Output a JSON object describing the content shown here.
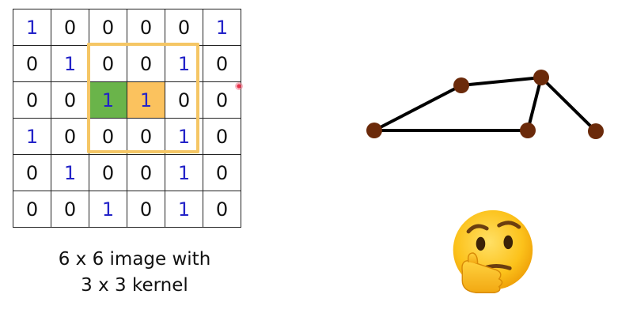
{
  "grid": {
    "rows": [
      [
        "1",
        "0",
        "0",
        "0",
        "0",
        "1"
      ],
      [
        "0",
        "1",
        "0",
        "0",
        "1",
        "0"
      ],
      [
        "0",
        "0",
        "1",
        "1",
        "0",
        "0"
      ],
      [
        "1",
        "0",
        "0",
        "0",
        "1",
        "0"
      ],
      [
        "0",
        "1",
        "0",
        "0",
        "1",
        "0"
      ],
      [
        "0",
        "0",
        "1",
        "0",
        "1",
        "0"
      ]
    ],
    "highlight_green": [
      2,
      2
    ],
    "highlight_orange": [
      2,
      3
    ],
    "colors": {
      "one": "#2323c8",
      "zero": "#111111",
      "green": "#6ab44a",
      "orange": "#fbc25e",
      "kernel_border": "#f5c665"
    }
  },
  "caption": {
    "line1": "6 x 6 image with",
    "line2": "3 x 3 kernel"
  },
  "graph": {
    "node_color": "#6b2a0a",
    "edge_color": "#000000"
  },
  "icons": {
    "emoji": "thinking-face-icon"
  }
}
